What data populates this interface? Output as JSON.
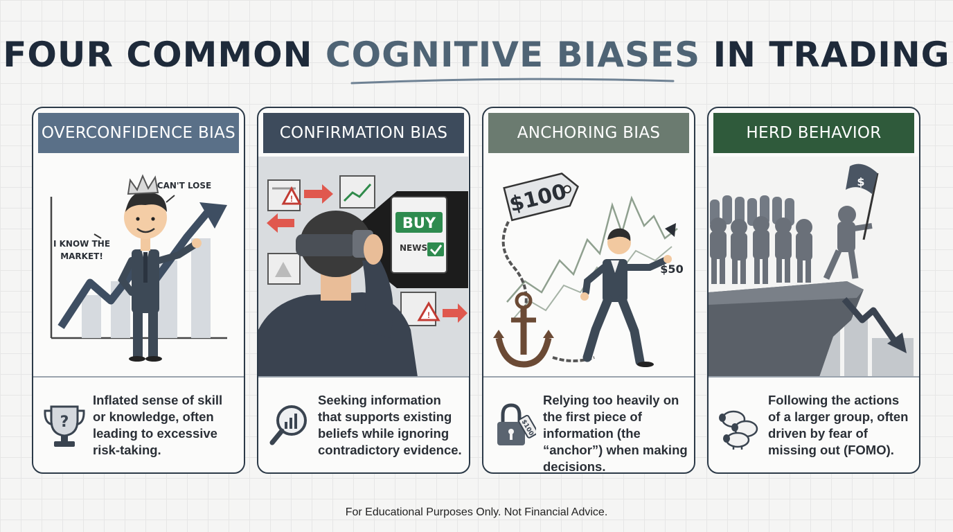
{
  "title": {
    "part1": "FOUR COMMON ",
    "highlight": "COGNITIVE BIASES",
    "part2": " IN TRADING"
  },
  "colors": {
    "title": "#1e2a3a",
    "highlight": "#4f6475",
    "card1_header": "#5a7088",
    "card2_header": "#3d4b5c",
    "card3_header": "#6b7b70",
    "card4_header": "#2f5a3b"
  },
  "cards": [
    {
      "header": "OVERCONFIDENCE BIAS",
      "speech1": "CAN'T LOSE",
      "speech2a": "I KNOW THE",
      "speech2b": "MARKET!",
      "desc": "Inflated sense of skill or knowledge, often leading to excessive risk-taking.",
      "icon": "trophy-question-icon"
    },
    {
      "header": "CONFIRMATION BIAS",
      "buy_label": "BUY",
      "news_label": "NEWS",
      "desc": "Seeking information that supports existing beliefs while ignoring contradictory evidence.",
      "icon": "magnifier-chart-icon"
    },
    {
      "header": "ANCHORING BIAS",
      "price_tag": "$100",
      "price_low": "$50",
      "lock_tag": "$100",
      "desc": "Relying too heavily on the first piece of information (the “anchor”) when making decisions.",
      "icon": "padlock-tag-icon"
    },
    {
      "header": "HERD BEHAVIOR",
      "flag_symbol": "$",
      "desc": "Following the actions of a larger group, often driven by fear of missing out (FOMO).",
      "icon": "sheep-flock-icon"
    }
  ],
  "footer": {
    "disclaimer": "For Educational Purposes Only. Not Financial Advice."
  }
}
